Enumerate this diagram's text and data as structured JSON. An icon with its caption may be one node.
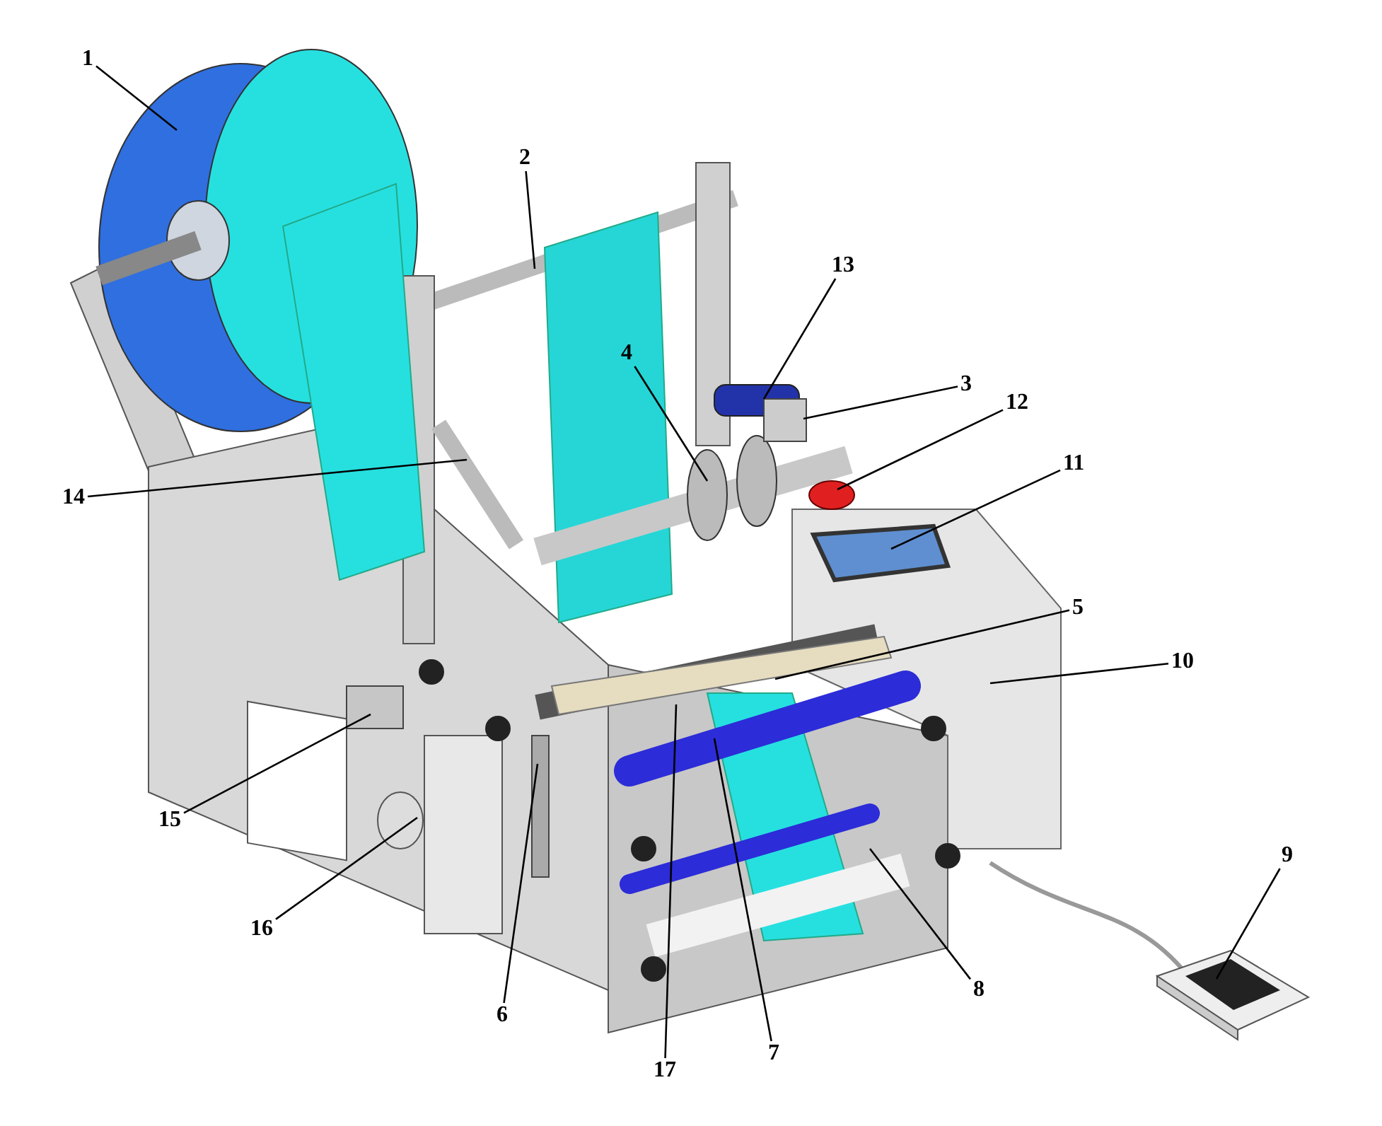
{
  "diagram": {
    "nodes": [
      {
        "text": [
          "1"
        ]
      },
      {
        "text": [
          "2"
        ]
      },
      {
        "text": [
          "13"
        ]
      },
      {
        "text": [
          "4"
        ]
      },
      {
        "text": [
          "3"
        ]
      },
      {
        "text": [
          "12"
        ]
      },
      {
        "text": [
          "11"
        ]
      },
      {
        "text": [
          "14"
        ]
      },
      {
        "text": [
          "5"
        ]
      },
      {
        "text": [
          "10"
        ]
      },
      {
        "text": [
          "15"
        ]
      },
      {
        "text": [
          "9"
        ]
      },
      {
        "text": [
          "16"
        ]
      },
      {
        "text": [
          "8"
        ]
      },
      {
        "text": [
          "6"
        ]
      },
      {
        "text": [
          "7"
        ]
      },
      {
        "text": [
          "17"
        ]
      }
    ],
    "edges": [
      {
        "from": 0,
        "to": null,
        "arrow": "none"
      },
      {
        "from": 1,
        "to": null,
        "arrow": "none"
      },
      {
        "from": 2,
        "to": null,
        "arrow": "none"
      },
      {
        "from": 3,
        "to": null,
        "arrow": "none"
      },
      {
        "from": 4,
        "to": null,
        "arrow": "none"
      },
      {
        "from": 5,
        "to": null,
        "arrow": "none"
      },
      {
        "from": 6,
        "to": null,
        "arrow": "none"
      },
      {
        "from": 7,
        "to": null,
        "arrow": "none"
      },
      {
        "from": 8,
        "to": null,
        "arrow": "none"
      },
      {
        "from": 9,
        "to": null,
        "arrow": "none"
      },
      {
        "from": 10,
        "to": null,
        "arrow": "none"
      },
      {
        "from": 11,
        "to": null,
        "arrow": "none"
      },
      {
        "from": 12,
        "to": null,
        "arrow": "none"
      },
      {
        "from": 13,
        "to": null,
        "arrow": "none"
      },
      {
        "from": 14,
        "to": null,
        "arrow": "none"
      },
      {
        "from": 15,
        "to": null,
        "arrow": "none"
      },
      {
        "from": 16,
        "to": null,
        "arrow": "none"
      }
    ]
  }
}
